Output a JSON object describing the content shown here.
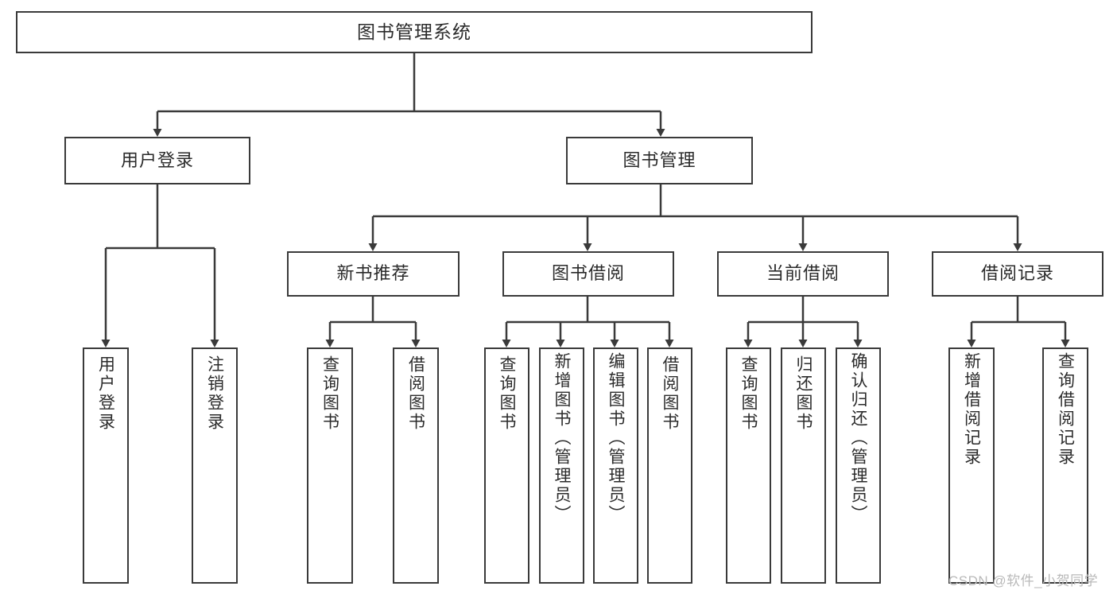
{
  "diagram": {
    "title": "图书管理系统",
    "background_color": "#ffffff",
    "border_color": "#3a3a3a",
    "text_color": "#2b2b2b"
  },
  "nodes": {
    "root": {
      "label": "图书管理系统"
    },
    "level2": [
      {
        "label": "用户登录"
      },
      {
        "label": "图书管理"
      }
    ],
    "level3": [
      {
        "label": "新书推荐"
      },
      {
        "label": "图书借阅"
      },
      {
        "label": "当前借阅"
      },
      {
        "label": "借阅记录"
      }
    ],
    "leaves_user_login": [
      {
        "label": "用户登录"
      },
      {
        "label": "注销登录"
      }
    ],
    "leaves_new_book": [
      {
        "label": "查询图书"
      },
      {
        "label": "借阅图书"
      }
    ],
    "leaves_borrow": [
      {
        "label": "查询图书"
      },
      {
        "label": "新增图书（管理员）"
      },
      {
        "label": "编辑图书（管理员）"
      },
      {
        "label": "借阅图书"
      }
    ],
    "leaves_current": [
      {
        "label": "查询图书"
      },
      {
        "label": "归还图书"
      },
      {
        "label": "确认归还（管理员）"
      }
    ],
    "leaves_records": [
      {
        "label": "新增借阅记录"
      },
      {
        "label": "查询借阅记录"
      }
    ]
  },
  "watermark": {
    "text": "CSDN @软件_小贺同学"
  }
}
